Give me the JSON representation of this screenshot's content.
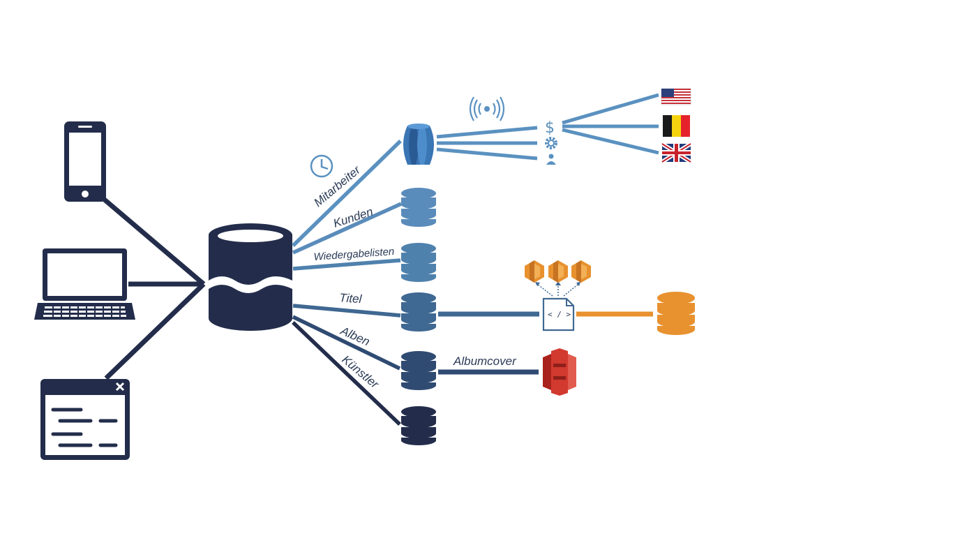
{
  "diagram": {
    "labels": {
      "mitarbeiter": "Mitarbeiter",
      "kunden": "Kunden",
      "wiedergabelisten": "Wiedergabelisten",
      "titel": "Titel",
      "alben": "Alben",
      "kuenstler": "Künstler",
      "albumcover": "Albumcover"
    },
    "icons": {
      "dollar": "$",
      "code": "< / >"
    },
    "colors": {
      "navy": "#232d4b",
      "blue": "#5a91c0",
      "mid_blue": "#4a6f98",
      "orange": "#e8912f",
      "red": "#d2392f"
    }
  }
}
